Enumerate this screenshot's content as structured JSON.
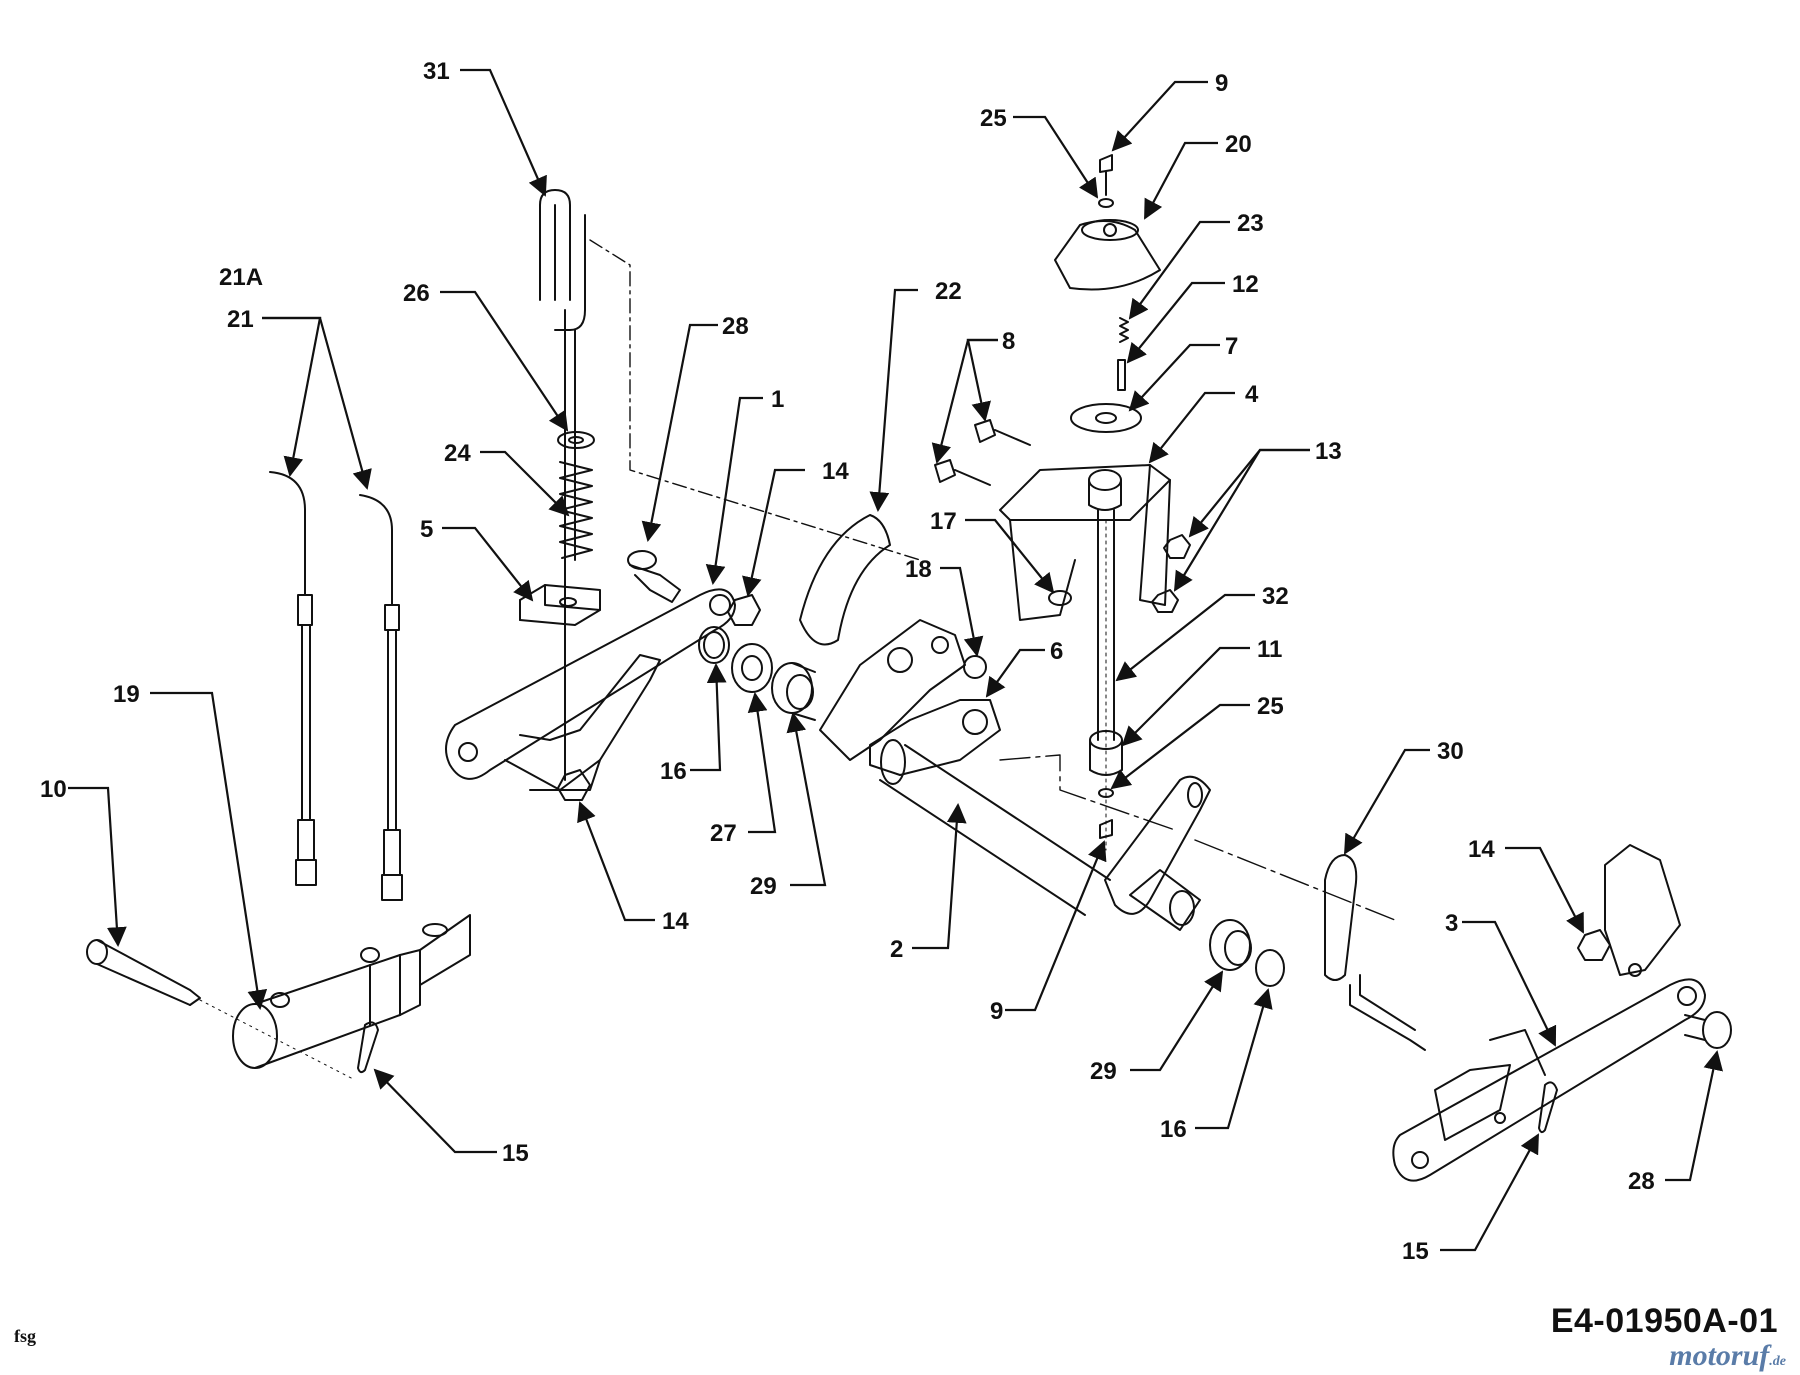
{
  "diagram": {
    "drawing_code": "E4-01950A-01",
    "stamp": "fsg",
    "watermark": "motoruf",
    "watermark_tld": ".de",
    "labels": {
      "l31": "31",
      "l21A": "21A",
      "l21": "21",
      "l26": "26",
      "l24": "24",
      "l5": "5",
      "l28a": "28",
      "l1": "1",
      "l14a": "14",
      "l22": "22",
      "l8": "8",
      "l25a": "25",
      "l9a": "9",
      "l20": "20",
      "l23": "23",
      "l12": "12",
      "l7": "7",
      "l4": "4",
      "l13": "13",
      "l17": "17",
      "l18": "18",
      "l6": "6",
      "l32": "32",
      "l11": "11",
      "l25b": "25",
      "l19": "19",
      "l10": "10",
      "l16a": "16",
      "l27": "27",
      "l29a": "29",
      "l14b": "14",
      "l2": "2",
      "l9b": "9",
      "l30": "30",
      "l14c": "14",
      "l3": "3",
      "l29b": "29",
      "l16b": "16",
      "l28b": "28",
      "l15a": "15",
      "l15b": "15"
    }
  }
}
